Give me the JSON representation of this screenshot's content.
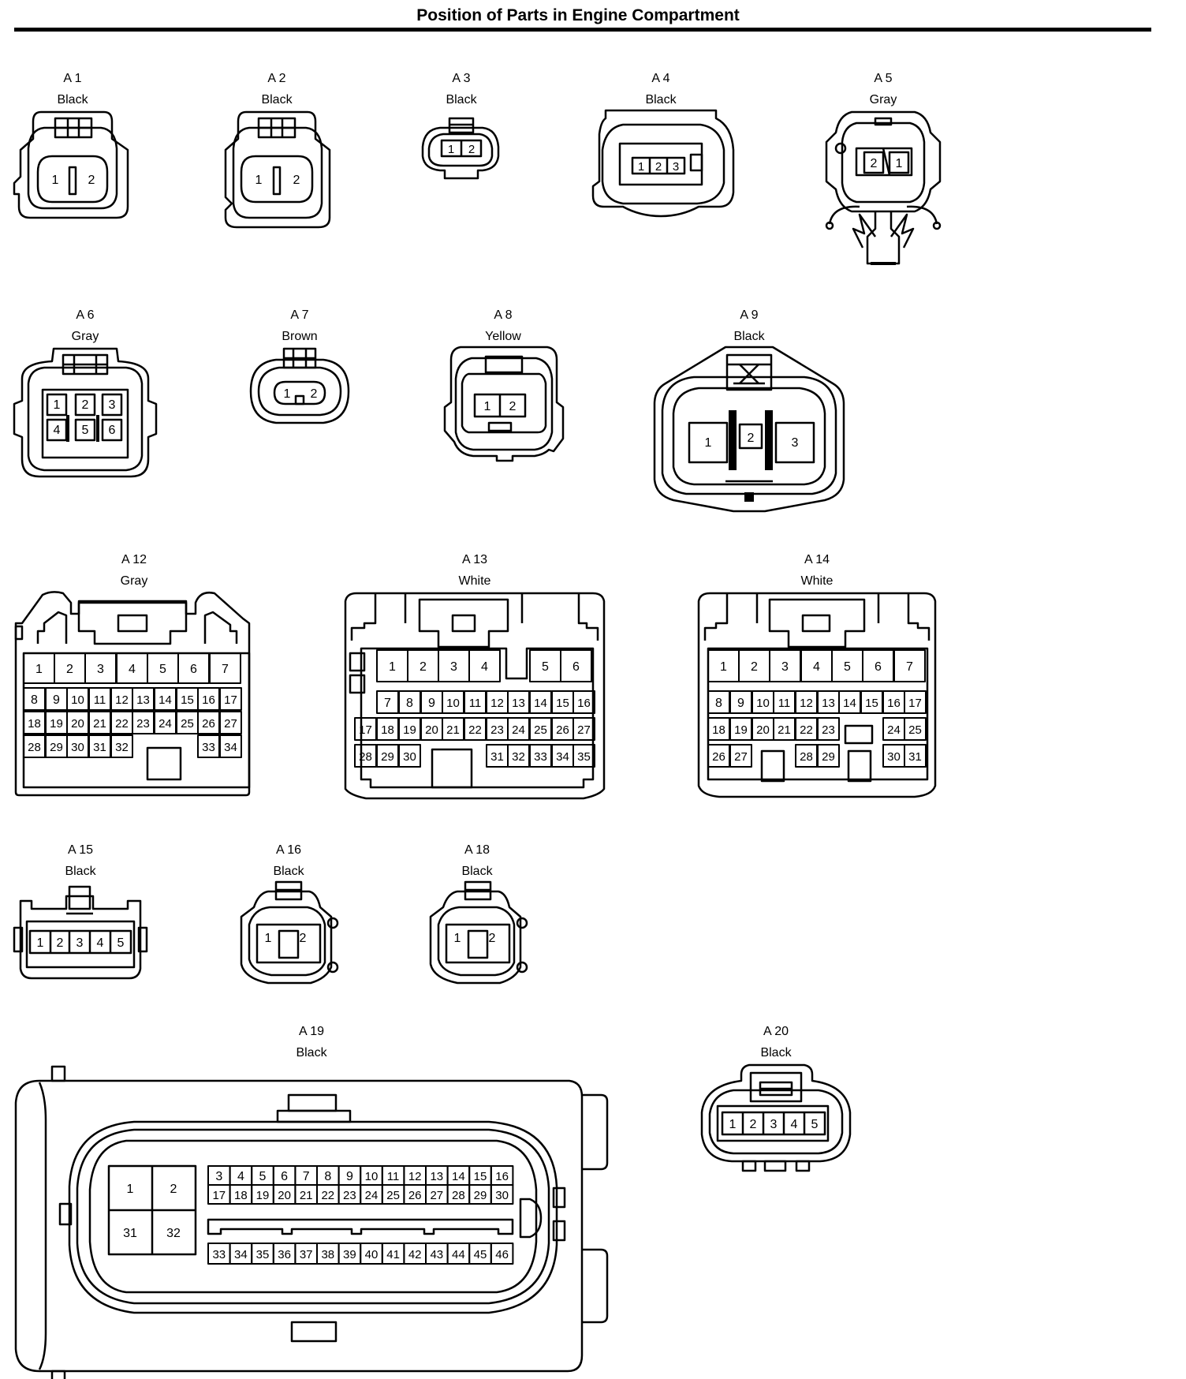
{
  "title": "Position of Parts in Engine Compartment",
  "connectors": {
    "a1": {
      "id": "A 1",
      "color": "Black",
      "pins": [
        "1",
        "2"
      ]
    },
    "a2": {
      "id": "A 2",
      "color": "Black",
      "pins": [
        "1",
        "2"
      ]
    },
    "a3": {
      "id": "A 3",
      "color": "Black",
      "pins": [
        "1",
        "2"
      ]
    },
    "a4": {
      "id": "A 4",
      "color": "Black",
      "pins": [
        "1",
        "2",
        "3"
      ]
    },
    "a5": {
      "id": "A 5",
      "color": "Gray",
      "pins": [
        "2",
        "1"
      ]
    },
    "a6": {
      "id": "A 6",
      "color": "Gray",
      "pins": [
        "1",
        "2",
        "3",
        "4",
        "5",
        "6"
      ]
    },
    "a7": {
      "id": "A 7",
      "color": "Brown",
      "pins": [
        "1",
        "2"
      ]
    },
    "a8": {
      "id": "A 8",
      "color": "Yellow",
      "pins": [
        "1",
        "2"
      ]
    },
    "a9": {
      "id": "A 9",
      "color": "Black",
      "pins": [
        "1",
        "2",
        "3"
      ]
    },
    "a12": {
      "id": "A 12",
      "color": "Gray",
      "rows": [
        [
          "1",
          "2",
          "3",
          "4",
          "5",
          "6",
          "7"
        ],
        [
          "8",
          "9",
          "10",
          "11",
          "12",
          "13",
          "14",
          "15",
          "16",
          "17"
        ],
        [
          "18",
          "19",
          "20",
          "21",
          "22",
          "23",
          "24",
          "25",
          "26",
          "27"
        ],
        [
          "28",
          "29",
          "30",
          "31",
          "32",
          "33",
          "34"
        ]
      ]
    },
    "a13": {
      "id": "A 13",
      "color": "White",
      "rows": [
        [
          "1",
          "2",
          "3",
          "4",
          "5",
          "6"
        ],
        [
          "7",
          "8",
          "9",
          "10",
          "11",
          "12",
          "13",
          "14",
          "15",
          "16"
        ],
        [
          "17",
          "18",
          "19",
          "20",
          "21",
          "22",
          "23",
          "24",
          "25",
          "26",
          "27"
        ],
        [
          "28",
          "29",
          "30",
          "31",
          "32",
          "33",
          "34",
          "35"
        ]
      ]
    },
    "a14": {
      "id": "A 14",
      "color": "White",
      "rows": [
        [
          "1",
          "2",
          "3",
          "4",
          "5",
          "6",
          "7"
        ],
        [
          "8",
          "9",
          "10",
          "11",
          "12",
          "13",
          "14",
          "15",
          "16",
          "17"
        ],
        [
          "18",
          "19",
          "20",
          "21",
          "22",
          "23",
          "24",
          "25"
        ],
        [
          "26",
          "27",
          "28",
          "29",
          "30",
          "31"
        ]
      ]
    },
    "a15": {
      "id": "A 15",
      "color": "Black",
      "pins": [
        "1",
        "2",
        "3",
        "4",
        "5"
      ]
    },
    "a16": {
      "id": "A 16",
      "color": "Black",
      "pins": [
        "1",
        "2"
      ]
    },
    "a18": {
      "id": "A 18",
      "color": "Black",
      "pins": [
        "1",
        "2"
      ]
    },
    "a19": {
      "id": "A 19",
      "color": "Black",
      "large": [
        "1",
        "2",
        "31",
        "32"
      ],
      "rows": [
        [
          "3",
          "4",
          "5",
          "6",
          "7",
          "8",
          "9",
          "10",
          "11",
          "12",
          "13",
          "14",
          "15",
          "16"
        ],
        [
          "17",
          "18",
          "19",
          "20",
          "21",
          "22",
          "23",
          "24",
          "25",
          "26",
          "27",
          "28",
          "29",
          "30"
        ],
        [
          "33",
          "34",
          "35",
          "36",
          "37",
          "38",
          "39",
          "40",
          "41",
          "42",
          "43",
          "44",
          "45",
          "46"
        ]
      ]
    },
    "a20": {
      "id": "A 20",
      "color": "Black",
      "pins": [
        "1",
        "2",
        "3",
        "4",
        "5"
      ]
    }
  }
}
